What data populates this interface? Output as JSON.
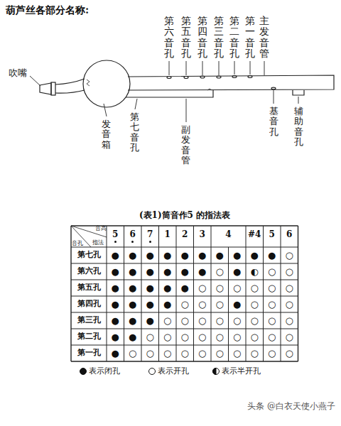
{
  "diagram": {
    "title": "葫芦丝各部分名称:",
    "labels": [
      "吹嘴",
      "发音箱",
      "第六音孔",
      "第五音孔",
      "第四音孔",
      "第三音孔",
      "第二音孔",
      "第一音孔",
      "主发音管",
      "第七音孔",
      "副发音管",
      "基音孔",
      "辅助音孔",
      "(表1)筒音作5 的指法表",
      "音高",
      "指法",
      "音孔",
      "5",
      "6",
      "7",
      "1",
      "2",
      "3",
      "4",
      "#4",
      "5",
      "6",
      "第七孔",
      "第六孔",
      "第五孔",
      "第四孔",
      "第三孔",
      "第二孔",
      "第一孔",
      "●",
      "●",
      "●",
      "●",
      "●",
      "●",
      "●",
      "●",
      "●",
      "●",
      "○",
      "●",
      "●",
      "●",
      "●",
      "●",
      "●",
      "○",
      "●",
      "◐",
      "○",
      "○",
      "●",
      "●",
      "●",
      "●",
      "●",
      "○",
      "○",
      "○",
      "○",
      "○",
      "○",
      "●",
      "●",
      "●",
      "●",
      "○",
      "○",
      "○",
      "●",
      "○",
      "○",
      "○",
      "●",
      "●",
      "●",
      "○",
      "○",
      "○",
      "○",
      "○",
      "○",
      "○",
      "○",
      "●",
      "●",
      "○",
      "○",
      "○",
      "○",
      "○",
      "○",
      "○",
      "○",
      "○",
      "●",
      "○",
      "○",
      "○",
      "○",
      "○",
      "○",
      "○",
      "○",
      "○",
      "○",
      "头条 @白衣天使小燕子"
    ],
    "legend": [
      {
        "text": "表示闭孔"
      },
      {
        "text": "表示开孔"
      },
      {
        "text": "表示半开孔"
      }
    ]
  }
}
